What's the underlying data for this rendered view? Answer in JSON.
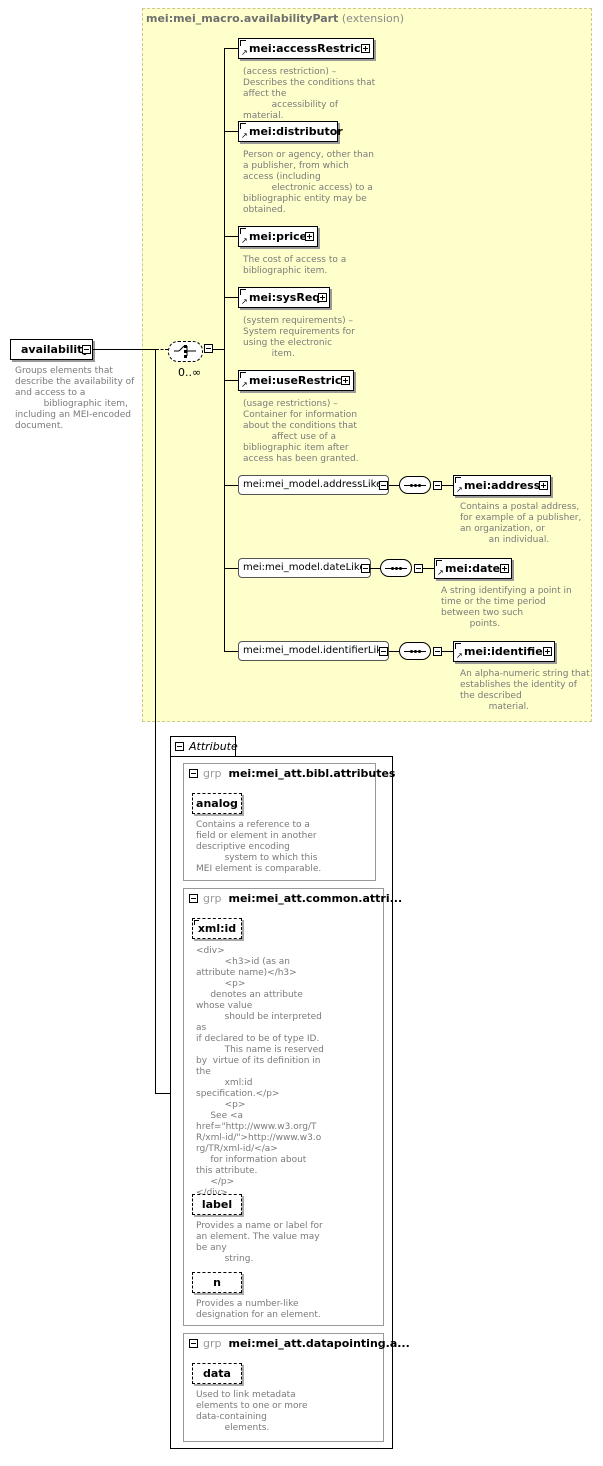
{
  "root": {
    "name": "availability",
    "description": "Groups elements that\ndescribe the availability of\nand access to a\n          bibliographic item,\nincluding an MEI-encoded\ndocument."
  },
  "macro": {
    "name": "mei:mei_macro.availabilityPart",
    "kind": "(extension)"
  },
  "choice": {
    "occurrence": "0..∞"
  },
  "elements": [
    {
      "name": "mei:accessRestrict",
      "description": "(access restriction) –\nDescribes the conditions that\naffect the\n          accessibility of material."
    },
    {
      "name": "mei:distributor",
      "description": "Person or agency, other than\na publisher, from which\naccess (including\n          electronic access) to a\nbibliographic entity may be\nobtained."
    },
    {
      "name": "mei:price",
      "description": "The cost of access to a\nbibliographic item."
    },
    {
      "name": "mei:sysReq",
      "description": "(system requirements) –\nSystem requirements for\nusing the electronic\n          item."
    },
    {
      "name": "mei:useRestrict",
      "description": "(usage restrictions) –\nContainer for information\nabout the conditions that\n          affect use of a\nbibliographic item after\naccess has been granted."
    }
  ],
  "model_groups": [
    {
      "name": "mei:mei_model.addressLike",
      "child": "mei:address",
      "description": "Contains a postal address,\nfor example of a publisher,\nan organization, or\n          an individual."
    },
    {
      "name": "mei:mei_model.dateLike",
      "child": "mei:date",
      "description": "A string identifying a point in\ntime or the time period\nbetween two such\n          points."
    },
    {
      "name": "mei:mei_model.identifierLike",
      "child": "mei:identifier",
      "description": "An alpha-numeric string that\nestablishes the identity of\nthe described\n          material."
    }
  ],
  "attributes": {
    "title": "Attribute",
    "groups": [
      {
        "prefix": "grp",
        "name": "mei:mei_att.bibl.attributes",
        "items": [
          {
            "name": "analog",
            "description": "Contains a reference to a\nfield or element in another\ndescriptive encoding\n          system to which this\nMEI element is comparable."
          }
        ]
      },
      {
        "prefix": "grp",
        "name": "mei:mei_att.common.attri...",
        "items": [
          {
            "name": "xml:id",
            "description": "<div>\n          <h3>id (as an\nattribute name)</h3>\n          <p>\n     denotes an attribute\nwhose value\n          should be interpreted as\nif declared to be of type ID.\n          This name is reserved\nby  virtue of its definition in\nthe\n          xml:id\nspecification.</p>\n          <p>\n     See <a\nhref=\"http://www.w3.org/T\nR/xml-id/\">http://www.w3.o\nrg/TR/xml-id/</a>\n     for information about\nthis attribute.\n     </p>\n</div>"
          },
          {
            "name": "label",
            "description": "Provides a name or label for\nan element. The value may\nbe any\n          string."
          },
          {
            "name": "n",
            "description": "Provides a number-like\ndesignation for an element."
          }
        ]
      },
      {
        "prefix": "grp",
        "name": "mei:mei_att.datapointing.a...",
        "items": [
          {
            "name": "data",
            "description": "Used to link metadata\nelements to one or more\ndata-containing\n          elements."
          }
        ]
      }
    ]
  }
}
